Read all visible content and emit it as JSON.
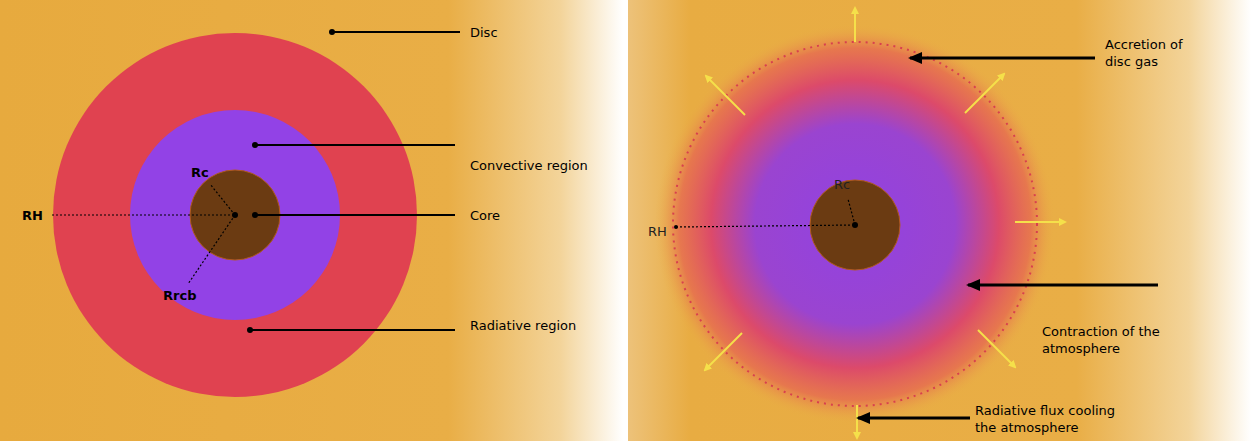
{
  "diagram": {
    "labels": [
      "Disc",
      "Convective region",
      "Core",
      "Radiative region",
      "RH",
      "Rc",
      "Rrcb",
      "RH",
      "Rc",
      "Accretion of disc gas",
      "Contraction of the atmosphere",
      "Radiative flux cooling the atmosphere"
    ]
  }
}
